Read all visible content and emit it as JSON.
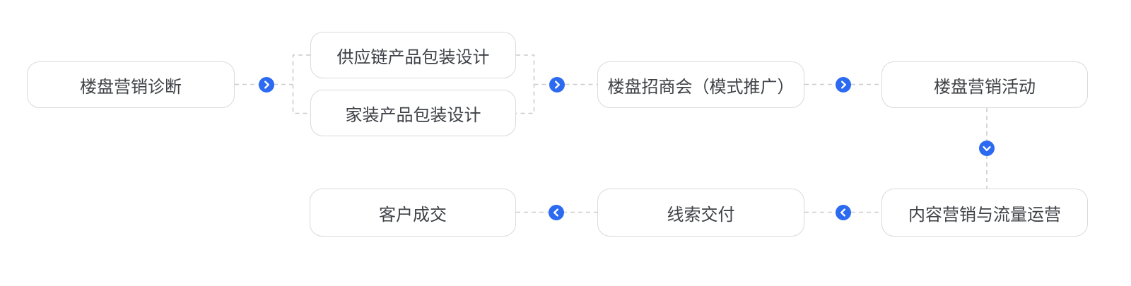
{
  "flowchart": {
    "nodes": {
      "diagnosis": {
        "label": "楼盘营销诊断"
      },
      "supply_chain_packaging": {
        "label": "供应链产品包装设计"
      },
      "home_decoration_packaging": {
        "label": "家装产品包装设计"
      },
      "investment_meeting": {
        "label": "楼盘招商会（模式推广）"
      },
      "marketing_activity": {
        "label": "楼盘营销活动"
      },
      "content_traffic_ops": {
        "label": "内容营销与流量运营"
      },
      "lead_delivery": {
        "label": "线索交付"
      },
      "customer_deal": {
        "label": "客户成交"
      }
    },
    "arrows": [
      {
        "id": "arrow-1",
        "direction": "right",
        "from": "diagnosis",
        "to": "supply_chain_packaging / home_decoration_packaging"
      },
      {
        "id": "arrow-2",
        "direction": "right",
        "from": "supply_chain_packaging / home_decoration_packaging",
        "to": "investment_meeting"
      },
      {
        "id": "arrow-3",
        "direction": "right",
        "from": "investment_meeting",
        "to": "marketing_activity"
      },
      {
        "id": "arrow-4",
        "direction": "down",
        "from": "marketing_activity",
        "to": "content_traffic_ops"
      },
      {
        "id": "arrow-5",
        "direction": "left",
        "from": "content_traffic_ops",
        "to": "lead_delivery"
      },
      {
        "id": "arrow-6",
        "direction": "left",
        "from": "lead_delivery",
        "to": "customer_deal"
      }
    ],
    "colors": {
      "arrow_circle": "#2b6af1",
      "arrow_glyph": "#ffffff",
      "node_border": "#dadada",
      "node_background": "#ffffff",
      "node_text": "#3e4146",
      "connector": "#cccccc",
      "background": "#ffffff"
    }
  }
}
